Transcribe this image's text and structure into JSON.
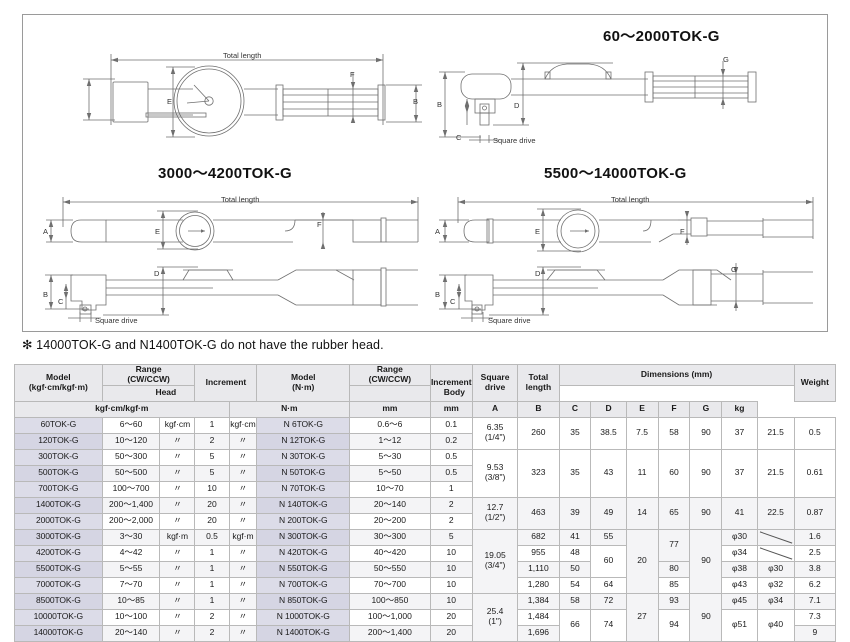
{
  "diagrams": [
    {
      "id": "dial-type",
      "title": "",
      "labels": [
        "Total length",
        "E",
        "F",
        "B"
      ]
    },
    {
      "id": "60-2000",
      "title": "60～2000TOK-G",
      "labels": [
        "D",
        "C",
        "B",
        "G",
        "Square drive"
      ]
    },
    {
      "id": "3000-4200",
      "title": "3000～4200TOK-G",
      "labels": [
        "Total length",
        "A",
        "E",
        "F",
        "B",
        "C",
        "D",
        "Square drive"
      ]
    },
    {
      "id": "5500-14000",
      "title": "5500～14000TOK-G",
      "labels": [
        "Total length",
        "A",
        "E",
        "F",
        "B",
        "C",
        "D",
        "G",
        "Square drive"
      ]
    }
  ],
  "footnote": "✻ 14000TOK-G and N1400TOK-G do not have the rubber head.",
  "table": {
    "headers": {
      "model_kgf": "Model\n(kgf·cm/kgf·m)",
      "model_kgf_l1": "Model",
      "model_kgf_l2": "(kgf·cm/kgf·m)",
      "range_l1": "Range",
      "range_l2": "(CW/CCW)",
      "increment": "Increment",
      "model_nm_l1": "Model",
      "model_nm_l2": "(N·m)",
      "unit_kgf": "kgf·cm/kgf·m",
      "unit_nm": "N·m",
      "square_drive_l1": "Square",
      "square_drive_l2": "drive",
      "total_length_l1": "Total",
      "total_length_l2": "length",
      "dimensions": "Dimensions (mm)",
      "head": "Head",
      "body": "Body",
      "weight": "Weight",
      "unit_mm": "mm",
      "unit_kg": "kg",
      "col_a": "A",
      "col_b": "B",
      "col_c": "C",
      "col_d": "D",
      "col_e": "E",
      "col_f": "F",
      "col_g": "G"
    },
    "rows": [
      {
        "model_kgf": "60TOK-G",
        "range_kgf": "6～60",
        "unit_kgf": "kgf·cm",
        "inc_kgf": "1",
        "inc_unit_kgf": "kgf·cm",
        "model_nm": "N 6TOK-G",
        "range_nm": "0.6～6",
        "inc_nm": "0.1"
      },
      {
        "model_kgf": "120TOK-G",
        "range_kgf": "10～120",
        "unit_kgf": "〃",
        "inc_kgf": "2",
        "inc_unit_kgf": "〃",
        "model_nm": "N 12TOK-G",
        "range_nm": "1～12",
        "inc_nm": "0.2"
      },
      {
        "model_kgf": "300TOK-G",
        "range_kgf": "50～300",
        "unit_kgf": "〃",
        "inc_kgf": "5",
        "inc_unit_kgf": "〃",
        "model_nm": "N 30TOK-G",
        "range_nm": "5～30",
        "inc_nm": "0.5"
      },
      {
        "model_kgf": "500TOK-G",
        "range_kgf": "50～500",
        "unit_kgf": "〃",
        "inc_kgf": "5",
        "inc_unit_kgf": "〃",
        "model_nm": "N 50TOK-G",
        "range_nm": "5～50",
        "inc_nm": "0.5"
      },
      {
        "model_kgf": "700TOK-G",
        "range_kgf": "100～700",
        "unit_kgf": "〃",
        "inc_kgf": "10",
        "inc_unit_kgf": "〃",
        "model_nm": "N 70TOK-G",
        "range_nm": "10～70",
        "inc_nm": "1"
      },
      {
        "model_kgf": "1400TOK-G",
        "range_kgf": "200～1,400",
        "unit_kgf": "〃",
        "inc_kgf": "20",
        "inc_unit_kgf": "〃",
        "model_nm": "N 140TOK-G",
        "range_nm": "20～140",
        "inc_nm": "2"
      },
      {
        "model_kgf": "2000TOK-G",
        "range_kgf": "200～2,000",
        "unit_kgf": "〃",
        "inc_kgf": "20",
        "inc_unit_kgf": "〃",
        "model_nm": "N 200TOK-G",
        "range_nm": "20～200",
        "inc_nm": "2"
      },
      {
        "model_kgf": "3000TOK-G",
        "range_kgf": "3～30",
        "unit_kgf": "kgf·m",
        "inc_kgf": "0.5",
        "inc_unit_kgf": "kgf·m",
        "model_nm": "N 300TOK-G",
        "range_nm": "30～300",
        "inc_nm": "5"
      },
      {
        "model_kgf": "4200TOK-G",
        "range_kgf": "4～42",
        "unit_kgf": "〃",
        "inc_kgf": "1",
        "inc_unit_kgf": "〃",
        "model_nm": "N 420TOK-G",
        "range_nm": "40～420",
        "inc_nm": "10"
      },
      {
        "model_kgf": "5500TOK-G",
        "range_kgf": "5～55",
        "unit_kgf": "〃",
        "inc_kgf": "1",
        "inc_unit_kgf": "〃",
        "model_nm": "N 550TOK-G",
        "range_nm": "50～550",
        "inc_nm": "10"
      },
      {
        "model_kgf": "7000TOK-G",
        "range_kgf": "7～70",
        "unit_kgf": "〃",
        "inc_kgf": "1",
        "inc_unit_kgf": "〃",
        "model_nm": "N 700TOK-G",
        "range_nm": "70～700",
        "inc_nm": "10"
      },
      {
        "model_kgf": "8500TOK-G",
        "range_kgf": "10～85",
        "unit_kgf": "〃",
        "inc_kgf": "1",
        "inc_unit_kgf": "〃",
        "model_nm": "N 850TOK-G",
        "range_nm": "100～850",
        "inc_nm": "10"
      },
      {
        "model_kgf": "10000TOK-G",
        "range_kgf": "10～100",
        "unit_kgf": "〃",
        "inc_kgf": "2",
        "inc_unit_kgf": "〃",
        "model_nm": "N 1000TOK-G",
        "range_nm": "100～1,000",
        "inc_nm": "20"
      },
      {
        "model_kgf": "14000TOK-G",
        "range_kgf": "20～140",
        "unit_kgf": "〃",
        "inc_kgf": "2",
        "inc_unit_kgf": "〃",
        "model_nm": "N 1400TOK-G",
        "range_nm": "200～1,400",
        "inc_nm": "20"
      }
    ],
    "square_drive_groups": [
      {
        "line1": "6.35",
        "line2": "(1/4\")",
        "rowspan": 2
      },
      {
        "line1": "9.53",
        "line2": "(3/8\")",
        "rowspan": 3
      },
      {
        "line1": "12.7",
        "line2": "(1/2\")",
        "rowspan": 2
      },
      {
        "line1": "19.05",
        "line2": "(3/4\")",
        "rowspan": 4
      },
      {
        "line1": "25.4",
        "line2": "(1\")",
        "rowspan": 3
      }
    ],
    "total_length": [
      {
        "v": "260",
        "rowspan": 2
      },
      {
        "v": "323",
        "rowspan": 3
      },
      {
        "v": "463",
        "rowspan": 2
      },
      {
        "v": "682",
        "rowspan": 1
      },
      {
        "v": "955",
        "rowspan": 1
      },
      {
        "v": "1,110",
        "rowspan": 1
      },
      {
        "v": "1,280",
        "rowspan": 1
      },
      {
        "v": "1,384",
        "rowspan": 1
      },
      {
        "v": "1,484",
        "rowspan": 1
      },
      {
        "v": "1,696",
        "rowspan": 1
      }
    ],
    "col_a": [
      {
        "v": "35",
        "rowspan": 2
      },
      {
        "v": "35",
        "rowspan": 3
      },
      {
        "v": "39",
        "rowspan": 2
      },
      {
        "v": "41",
        "rowspan": 1
      },
      {
        "v": "48",
        "rowspan": 1
      },
      {
        "v": "50",
        "rowspan": 1
      },
      {
        "v": "54",
        "rowspan": 1
      },
      {
        "v": "58",
        "rowspan": 1
      },
      {
        "v": "66",
        "rowspan": 2
      }
    ],
    "col_b": [
      {
        "v": "38.5",
        "rowspan": 2
      },
      {
        "v": "43",
        "rowspan": 3
      },
      {
        "v": "49",
        "rowspan": 2
      },
      {
        "v": "55",
        "rowspan": 1
      },
      {
        "v": "60",
        "rowspan": 2
      },
      {
        "v": "64",
        "rowspan": 1
      },
      {
        "v": "72",
        "rowspan": 1
      },
      {
        "v": "74",
        "rowspan": 2
      }
    ],
    "col_c": [
      {
        "v": "7.5",
        "rowspan": 2
      },
      {
        "v": "11",
        "rowspan": 3
      },
      {
        "v": "14",
        "rowspan": 2
      },
      {
        "v": "20",
        "rowspan": 4
      },
      {
        "v": "27",
        "rowspan": 3
      }
    ],
    "col_d": [
      {
        "v": "58",
        "rowspan": 2
      },
      {
        "v": "60",
        "rowspan": 3
      },
      {
        "v": "65",
        "rowspan": 2
      },
      {
        "v": "77",
        "rowspan": 2
      },
      {
        "v": "80",
        "rowspan": 1
      },
      {
        "v": "85",
        "rowspan": 1
      },
      {
        "v": "93",
        "rowspan": 1
      },
      {
        "v": "94",
        "rowspan": 2
      }
    ],
    "col_e": [
      {
        "v": "90",
        "rowspan": 2
      },
      {
        "v": "90",
        "rowspan": 3
      },
      {
        "v": "90",
        "rowspan": 2
      },
      {
        "v": "90",
        "rowspan": 4
      },
      {
        "v": "90",
        "rowspan": 3
      }
    ],
    "col_f": [
      {
        "v": "37",
        "rowspan": 2
      },
      {
        "v": "37",
        "rowspan": 3
      },
      {
        "v": "41",
        "rowspan": 2
      },
      {
        "v": "φ30",
        "rowspan": 1
      },
      {
        "v": "φ34",
        "rowspan": 1
      },
      {
        "v": "φ38",
        "rowspan": 1
      },
      {
        "v": "φ43",
        "rowspan": 1
      },
      {
        "v": "φ45",
        "rowspan": 1
      },
      {
        "v": "φ51",
        "rowspan": 2
      }
    ],
    "col_g": [
      {
        "v": "21.5",
        "rowspan": 2
      },
      {
        "v": "21.5",
        "rowspan": 3
      },
      {
        "v": "22.5",
        "rowspan": 2
      },
      {
        "v": "",
        "rowspan": 1,
        "slash": true
      },
      {
        "v": "",
        "rowspan": 1,
        "slash": true
      },
      {
        "v": "φ30",
        "rowspan": 1
      },
      {
        "v": "φ32",
        "rowspan": 1
      },
      {
        "v": "φ34",
        "rowspan": 1
      },
      {
        "v": "φ40",
        "rowspan": 2
      }
    ],
    "weight": [
      {
        "v": "0.5",
        "rowspan": 2
      },
      {
        "v": "0.61",
        "rowspan": 3
      },
      {
        "v": "0.87",
        "rowspan": 2
      },
      {
        "v": "1.6",
        "rowspan": 1
      },
      {
        "v": "2.5",
        "rowspan": 1
      },
      {
        "v": "3.8",
        "rowspan": 1
      },
      {
        "v": "6.2",
        "rowspan": 1
      },
      {
        "v": "7.1",
        "rowspan": 1
      },
      {
        "v": "7.3",
        "rowspan": 1
      },
      {
        "v": "9",
        "rowspan": 1
      }
    ]
  }
}
